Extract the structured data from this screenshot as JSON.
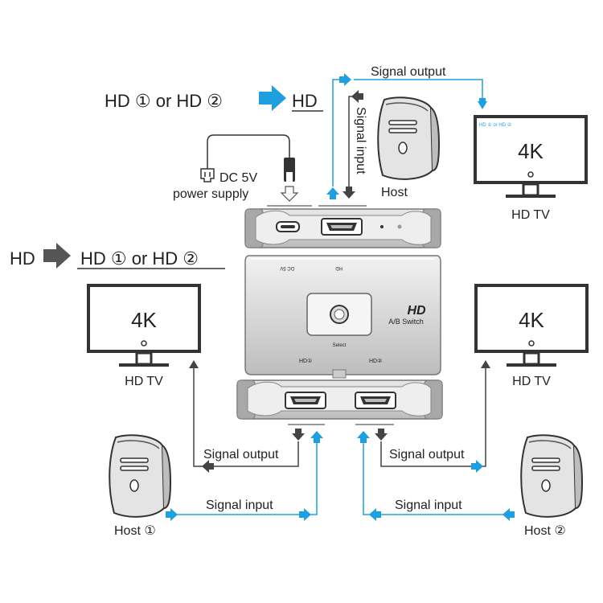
{
  "headline_top": {
    "left": "HD ① or HD ②",
    "right": "HD"
  },
  "headline_mid": {
    "left": "HD",
    "right": "HD ① or HD ②"
  },
  "power": {
    "line1": "DC 5V",
    "line2": "power supply"
  },
  "labels": {
    "signal_output": "Signal output",
    "signal_input": "Signal input",
    "host": "Host",
    "host1": "Host ①",
    "host2": "Host ②",
    "hd_tv": "HD TV",
    "tv_screen": "4K",
    "tv_small_label": "HD ① or HD ②"
  },
  "device": {
    "brand": "HD",
    "model": "A/B Switch",
    "select": "Select",
    "port_dc": "DC 5V",
    "port_hd": "HD",
    "port_hd1": "HD①",
    "port_hd2": "HD②"
  },
  "colors": {
    "arrow_blue": "#1ea0e0",
    "arrow_dark": "#444444",
    "device_gray": "#cfcfcf"
  }
}
